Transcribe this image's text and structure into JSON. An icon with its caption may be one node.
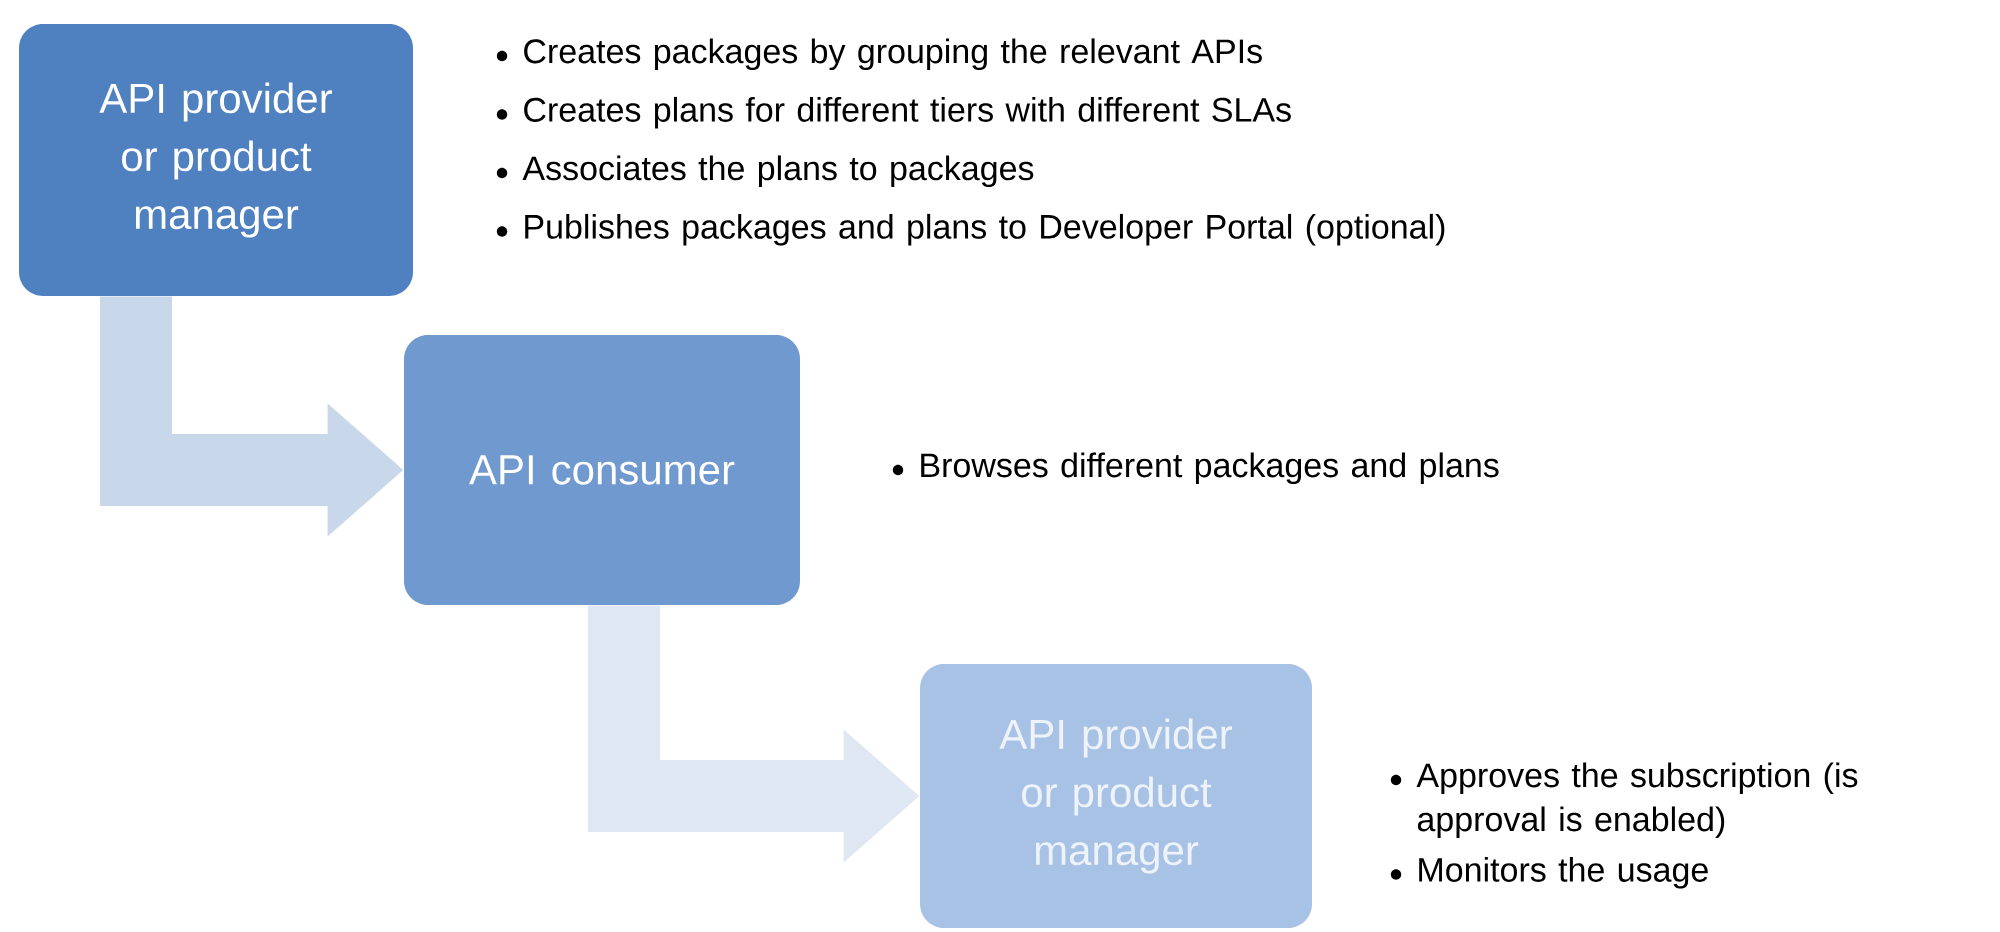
{
  "diagram": {
    "nodes": [
      {
        "text": [
          "API provider or product manager"
        ],
        "beside": [
          "Creates packages by grouping the relevant APIs",
          "Creates plans for different tiers with different SLAs",
          "Associates the plans to packages",
          "Publishes packages and plans to Developer Portal (optional)"
        ]
      },
      {
        "text": [
          "API consumer"
        ],
        "beside": [
          "Browses different packages and plans"
        ]
      },
      {
        "text": [
          "API provider or product manager"
        ],
        "beside": [
          "Approves the subscription (is approval is enabled)",
          "Monitors the usage"
        ]
      }
    ],
    "edges": [
      {
        "from": 0,
        "to": 1,
        "arrow": "to",
        "color": "#c9d7eb"
      },
      {
        "from": 1,
        "to": 2,
        "arrow": "to",
        "color": "#dfe7f3"
      }
    ]
  }
}
